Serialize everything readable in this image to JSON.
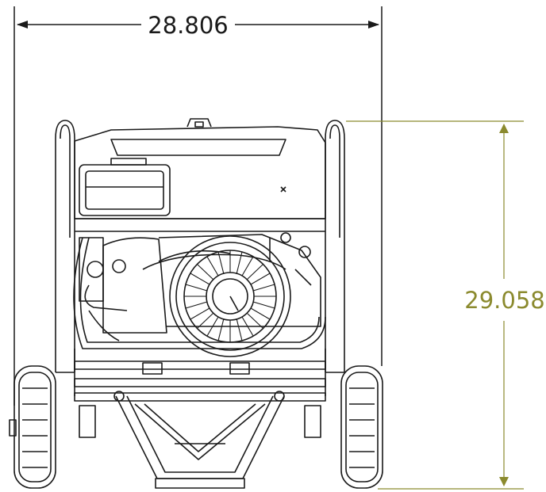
{
  "dimensions": {
    "width": {
      "value": "28.806",
      "color": "#1a1a1a"
    },
    "height": {
      "value": "29.058",
      "color": "#8b8a2e"
    }
  },
  "drawing": {
    "subject": "generator-front-view",
    "line_color": "#1a1a1a"
  }
}
